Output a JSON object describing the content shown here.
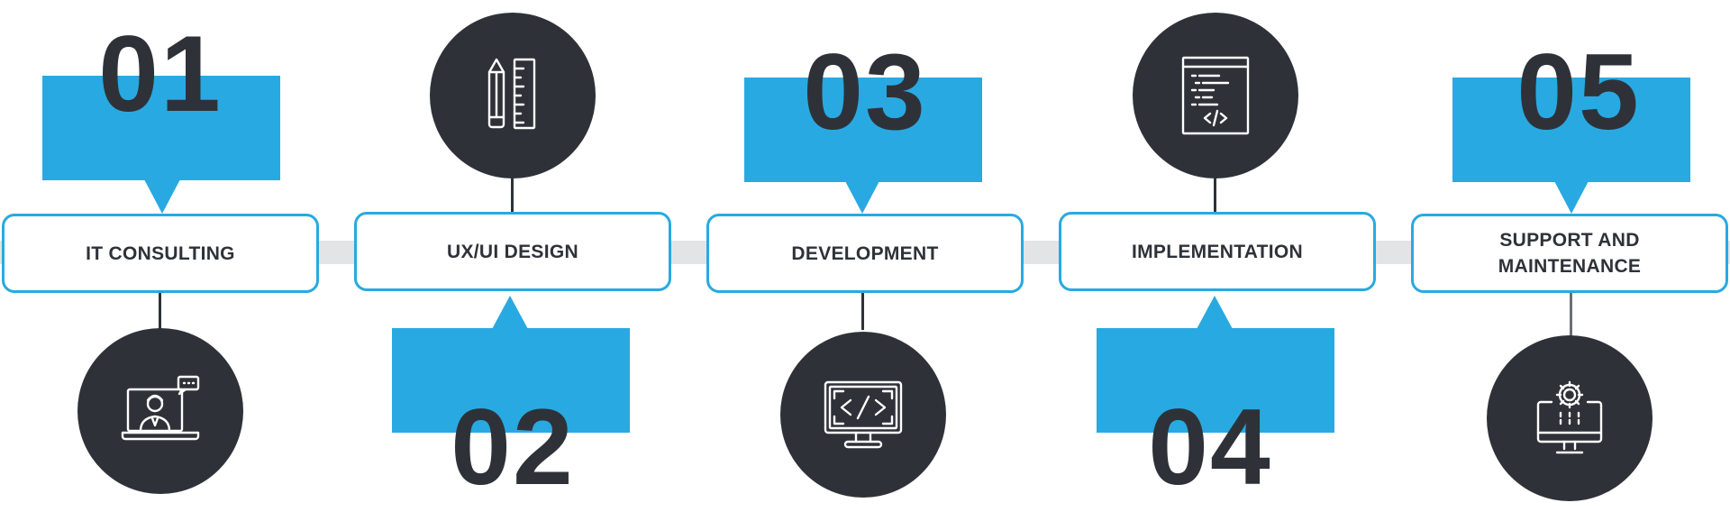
{
  "steps": [
    {
      "number": "01",
      "label": "IT CONSULTING",
      "icon": "consultant-laptop-icon"
    },
    {
      "number": "02",
      "label": "UX/UI DESIGN",
      "icon": "pencil-ruler-icon"
    },
    {
      "number": "03",
      "label": "DEVELOPMENT",
      "icon": "code-monitor-icon"
    },
    {
      "number": "04",
      "label": "IMPLEMENTATION",
      "icon": "code-document-icon"
    },
    {
      "number": "05",
      "label": "SUPPORT AND\nMAINTENANCE",
      "icon": "gear-monitor-icon"
    }
  ],
  "colors": {
    "accent": "#29a9e1",
    "dark": "#2e3238",
    "connector": "#e3e4e6",
    "background": "#ffffff"
  }
}
